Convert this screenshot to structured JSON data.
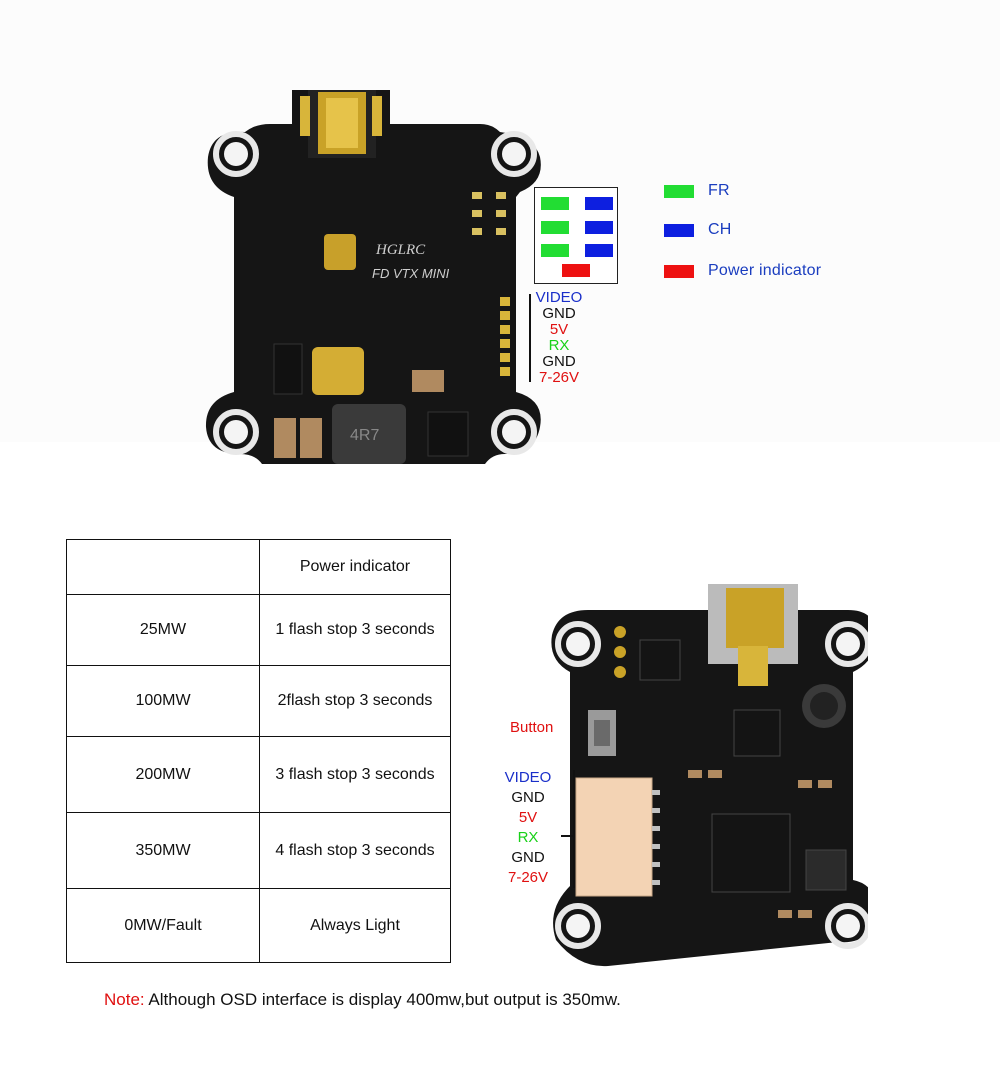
{
  "led_key": [
    {
      "label": "FR",
      "color": "#22dd33"
    },
    {
      "label": "CH",
      "color": "#0d1fe0"
    },
    {
      "label": "Power indicator",
      "color": "#ee1111"
    }
  ],
  "board1": {
    "silkscreen_brand": "HGLRC",
    "silkscreen_model": "FD VTX MINI",
    "inductor_marking": "4R7",
    "pin_labels": [
      {
        "text": "VIDEO",
        "color": "blue"
      },
      {
        "text": "GND",
        "color": "black"
      },
      {
        "text": "5V",
        "color": "red"
      },
      {
        "text": "RX",
        "color": "green"
      },
      {
        "text": "GND",
        "color": "black"
      },
      {
        "text": "7-26V",
        "color": "red"
      }
    ]
  },
  "board2": {
    "button_label": "Button",
    "pin_labels": [
      {
        "text": "VIDEO",
        "color": "blue"
      },
      {
        "text": "GND",
        "color": "black"
      },
      {
        "text": "5V",
        "color": "red"
      },
      {
        "text": "RX",
        "color": "green"
      },
      {
        "text": "GND",
        "color": "black"
      },
      {
        "text": "7-26V",
        "color": "red"
      }
    ]
  },
  "table": {
    "header": [
      "",
      "Power indicator"
    ],
    "rows": [
      [
        "25MW",
        "1 flash stop 3 seconds"
      ],
      [
        "100MW",
        "2flash stop 3 seconds"
      ],
      [
        "200MW",
        "3 flash stop 3 seconds"
      ],
      [
        "350MW",
        "4 flash stop 3 seconds"
      ],
      [
        "0MW/Fault",
        "Always Light"
      ]
    ]
  },
  "note": {
    "label": "Note:",
    "text": " Although OSD interface is display 400mw,but output is 350mw."
  }
}
